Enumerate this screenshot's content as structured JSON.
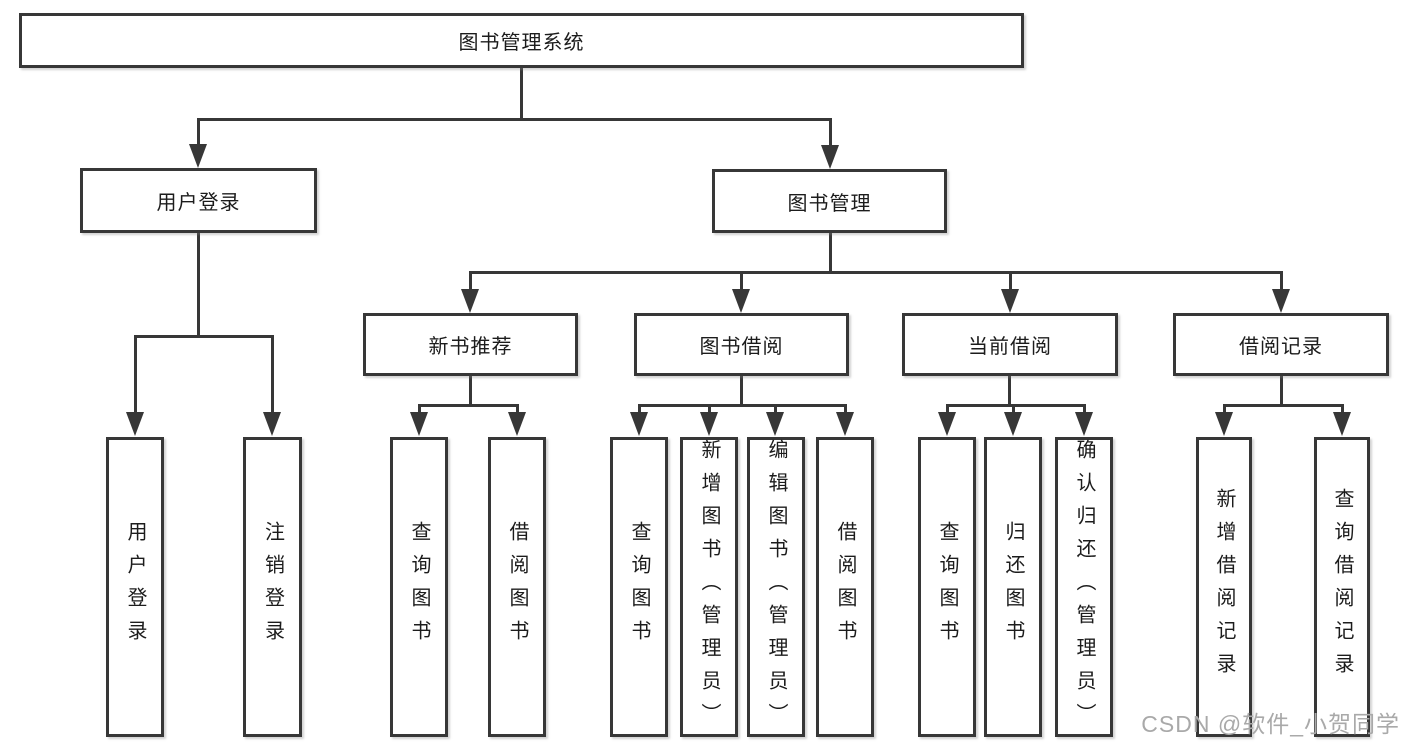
{
  "colors": {
    "line": "#373737",
    "box_border": "#373737",
    "text": "#1c1c1c",
    "background": "#ffffff",
    "watermark": "#a9a9a9"
  },
  "watermark": "CSDN @软件_小贺同学",
  "diagram": {
    "root": "图书管理系统",
    "level2": {
      "user_login": "用户登录",
      "book_management": "图书管理"
    },
    "level3": {
      "new_book_recommend": "新书推荐",
      "book_borrowing": "图书借阅",
      "current_borrowing": "当前借阅",
      "borrowing_records": "借阅记录"
    },
    "leaves": {
      "user_login": "用户登录",
      "logout_login": "注销登录",
      "recommend_query_books": "查询图书",
      "recommend_borrow_books": "借阅图书",
      "borrowing_query_books": "查询图书",
      "borrowing_add_books_admin": "新增图书（管理员）",
      "borrowing_edit_books_admin": "编辑图书（管理员）",
      "borrowing_borrow_books": "借阅图书",
      "current_query_books": "查询图书",
      "current_return_books": "归还图书",
      "current_confirm_return_admin": "确认归还（管理员）",
      "records_add_record": "新增借阅记录",
      "records_query_record": "查询借阅记录"
    }
  }
}
